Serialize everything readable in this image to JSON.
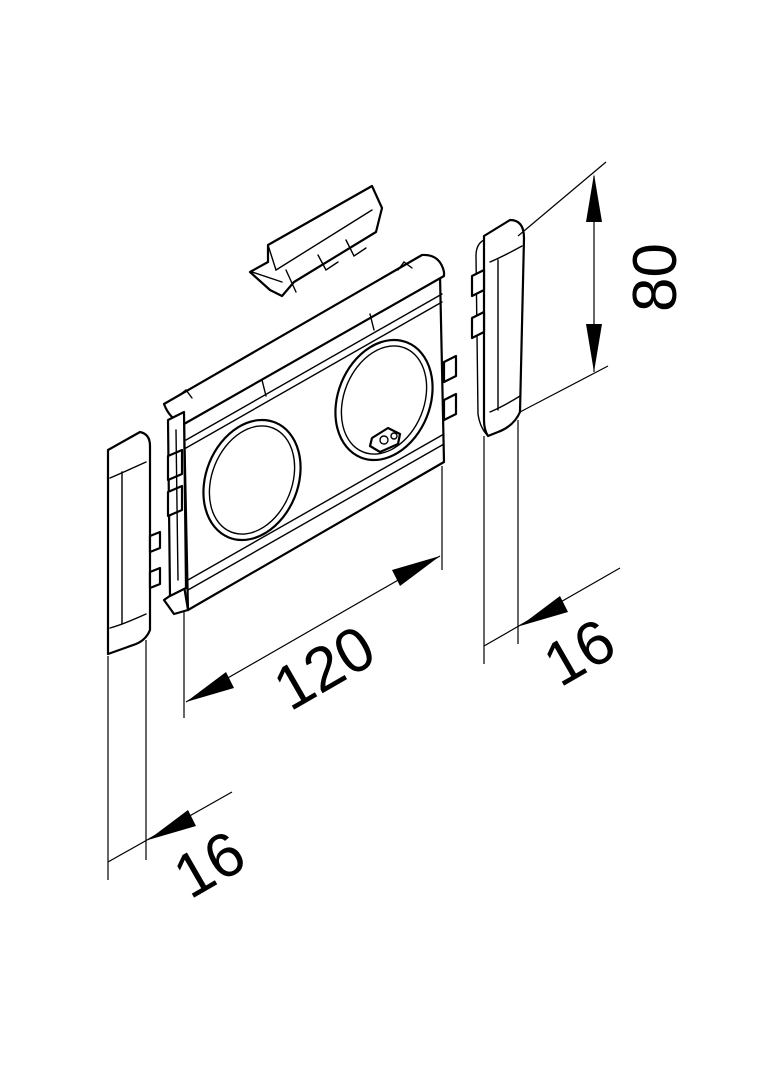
{
  "dimensions": {
    "height": "80",
    "width": "120",
    "right_cap_depth": "16",
    "left_cap_depth": "16"
  },
  "colors": {
    "line": "#000000",
    "fill": "#ffffff",
    "shade": "#cfcfcf"
  }
}
